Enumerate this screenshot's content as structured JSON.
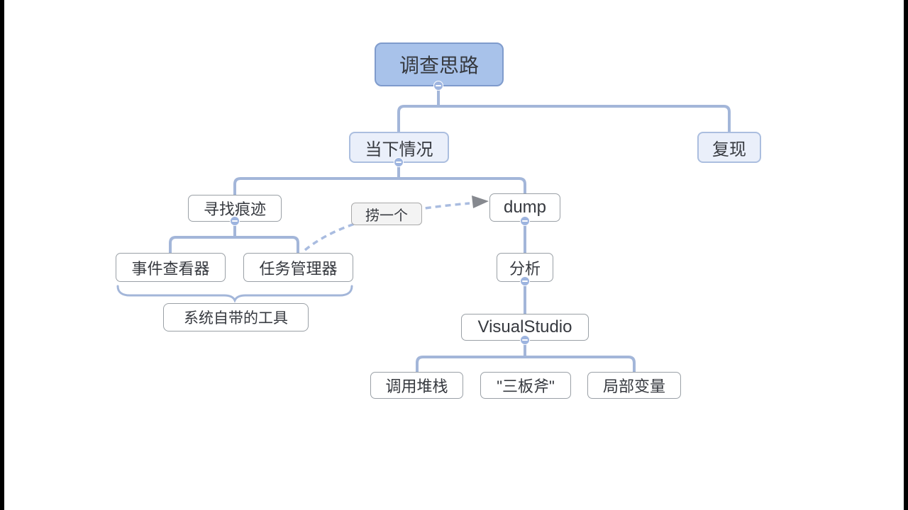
{
  "colors": {
    "root_fill": "#a8c2ea",
    "root_border": "#7f9bcc",
    "branch_fill": "#eaeffa",
    "branch_border": "#abbedf",
    "node_fill": "#ffffff",
    "node_border": "#9aa0a6",
    "connector": "#a3b6d9",
    "relationship_line": "#a9bce0",
    "arrowhead": "#86898f",
    "label_fill": "#f3f3f3",
    "label_border": "#a9a9a9",
    "text": "#36393f",
    "letterbox": "#000000"
  },
  "mindmap": {
    "root": {
      "label": "调查思路",
      "children": [
        {
          "label": "当下情况",
          "children": [
            {
              "label": "寻找痕迹",
              "children": [
                {
                  "label": "事件查看器"
                },
                {
                  "label": "任务管理器"
                }
              ]
            },
            {
              "label": "dump",
              "children": [
                {
                  "label": "分析",
                  "children": [
                    {
                      "label": "VisualStudio",
                      "children": [
                        {
                          "label": "调用堆栈"
                        },
                        {
                          "label": "\"三板斧\""
                        },
                        {
                          "label": "局部变量"
                        }
                      ]
                    }
                  ]
                }
              ]
            }
          ]
        },
        {
          "label": "复现"
        }
      ]
    },
    "summary": {
      "label": "系统自带的工具",
      "covers": [
        "事件查看器",
        "任务管理器"
      ]
    },
    "relationship": {
      "label": "捞一个",
      "from": "任务管理器",
      "to": "dump"
    }
  }
}
